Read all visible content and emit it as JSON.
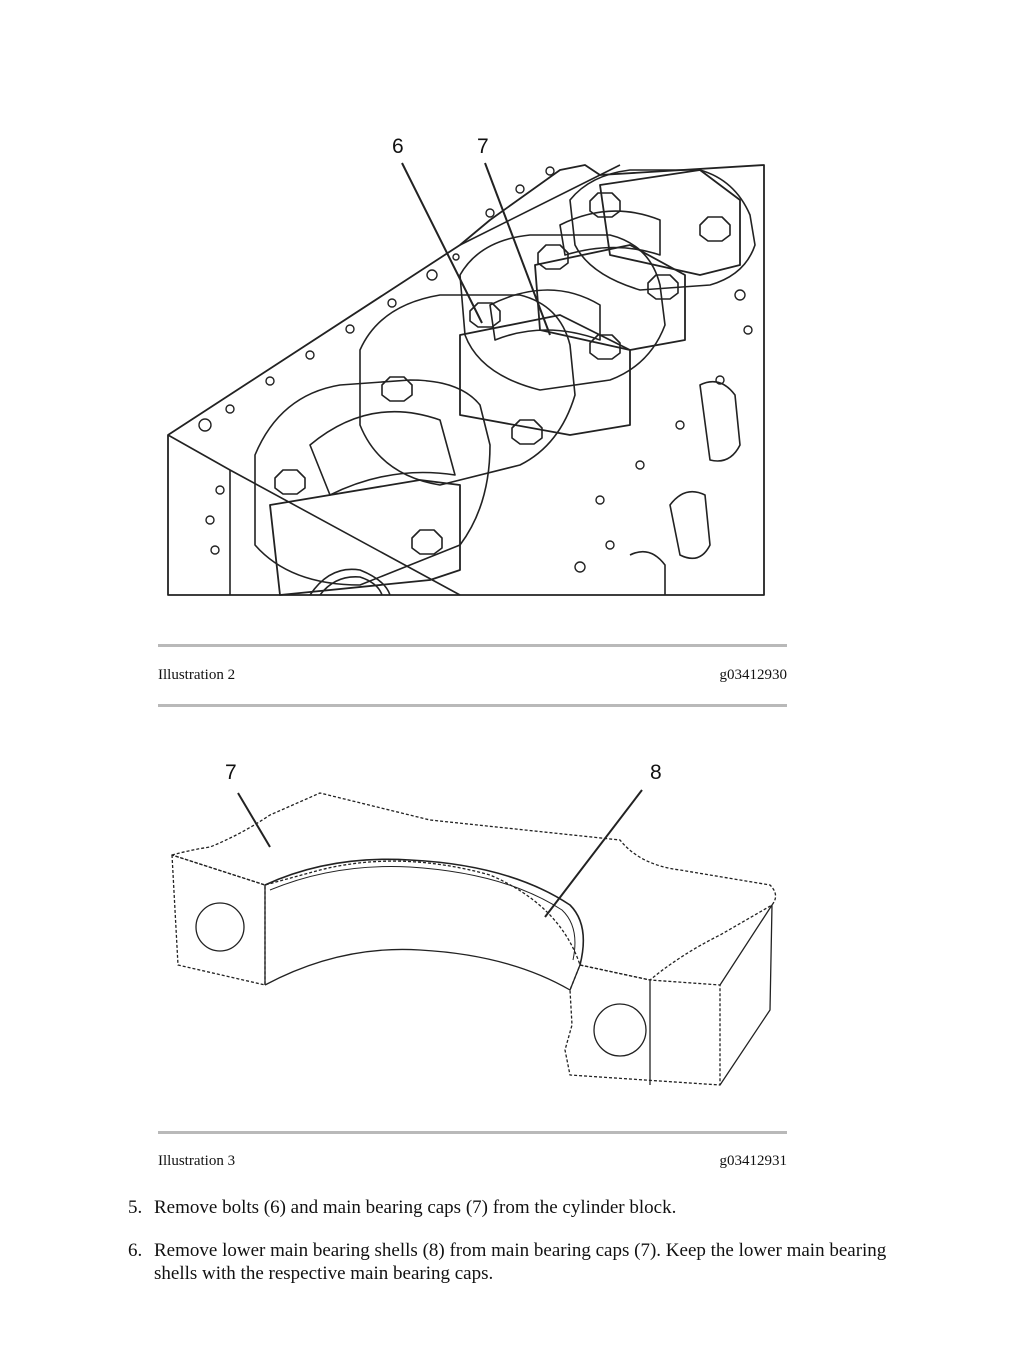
{
  "illustration2": {
    "callouts": [
      "6",
      "7"
    ],
    "caption_label": "Illustration 2",
    "caption_id": "g03412930"
  },
  "illustration3": {
    "callouts": [
      "7",
      "8"
    ],
    "caption_label": "Illustration 3",
    "caption_id": "g03412931"
  },
  "steps": [
    {
      "number": "5.",
      "text": "Remove bolts (6) and main bearing caps (7) from the cylinder block."
    },
    {
      "number": "6.",
      "text": "Remove lower main bearing shells (8) from main bearing caps (7). Keep the lower main bearing shells with the respective main bearing caps."
    }
  ]
}
